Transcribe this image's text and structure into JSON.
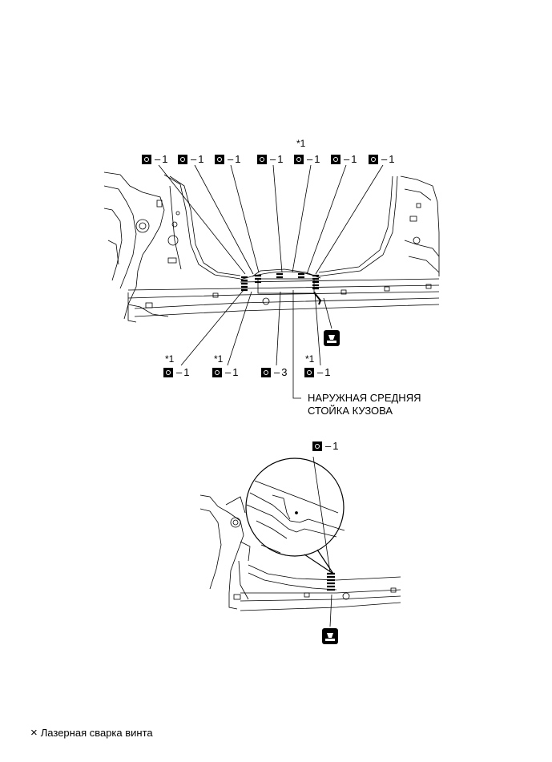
{
  "weld_label_main": "1",
  "weld_label_three": "3",
  "asterisk_note": "*1",
  "top_labels": [
    {
      "value": "1",
      "star": ""
    },
    {
      "value": "1",
      "star": ""
    },
    {
      "value": "1",
      "star": ""
    },
    {
      "value": "1",
      "star": ""
    },
    {
      "value": "1",
      "star": "*1"
    },
    {
      "value": "1",
      "star": ""
    },
    {
      "value": "1",
      "star": ""
    }
  ],
  "bottom_labels": [
    {
      "value": "1",
      "star": "*1"
    },
    {
      "value": "1",
      "star": "*1"
    },
    {
      "value": "3",
      "star": ""
    },
    {
      "value": "1",
      "star": "*1"
    }
  ],
  "part_callout": {
    "line1": "НАРУЖНАЯ СРЕДНЯЯ",
    "line2": "СТОЙКА КУЗОВА"
  },
  "detail_label": {
    "value": "1"
  },
  "legend": {
    "symbol": "×",
    "text": "Лазерная сварка винта"
  },
  "icons": [
    "weld-point-icon",
    "clamp-icon",
    "laser-weld-cross-icon"
  ]
}
